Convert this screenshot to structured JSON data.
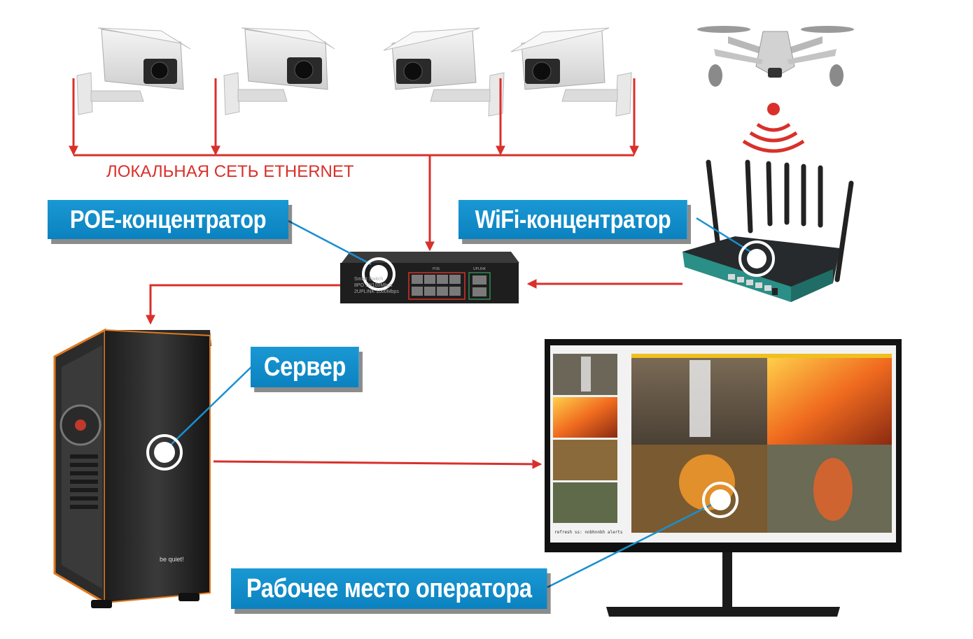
{
  "network_label": "ЛОКАЛЬНАЯ СЕТЬ ETHERNET",
  "callouts": {
    "poe": "POE-концентратор",
    "wifi": "WiFi-концентратор",
    "server": "Сервер",
    "operator": "Рабочее место оператора"
  },
  "poe_switch_text": [
    "Smart Switch",
    "8PO 10/100Mbps",
    "2UPLINK 1000Mbps"
  ],
  "poe_port_labels": [
    "POE",
    "UPLINK"
  ],
  "server_brand": "be quiet!",
  "monitor_status_text": "refresh ss: nnbhnnbh alerts",
  "colors": {
    "arrow": "#d9302b",
    "callout": "#1291cf",
    "leader": "#1a8fd0"
  }
}
